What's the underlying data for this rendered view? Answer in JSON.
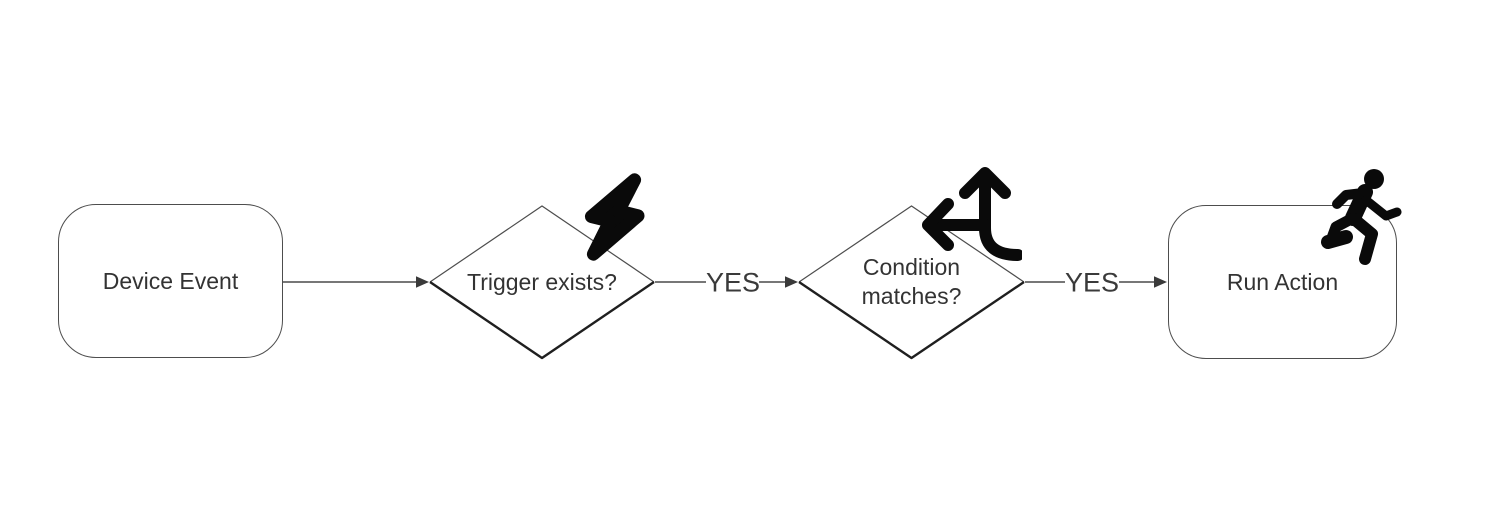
{
  "diagram": {
    "type": "flowchart",
    "direction": "left-to-right",
    "background": "#ffffff",
    "colors": {
      "connector": "#4a4a4a",
      "shape_border": "#4d4d4d",
      "shape_border_heavy": "#1f1f1f",
      "shape_fill": "#ffffff",
      "node_text": "#333333",
      "edge_label_text": "#3a3a3a",
      "icon": "#0a0a0a"
    },
    "nodes": [
      {
        "id": "device-event",
        "shape": "rounded-rectangle",
        "label": "Device Event",
        "icon": null
      },
      {
        "id": "trigger-exists",
        "shape": "diamond",
        "label": "Trigger exists?",
        "icon": "lightning-bolt-icon"
      },
      {
        "id": "condition-matches",
        "shape": "diamond",
        "label": "Condition matches?",
        "icon": "directions-fork-icon"
      },
      {
        "id": "run-action",
        "shape": "rounded-rectangle",
        "label": "Run Action",
        "icon": "running-person-icon"
      }
    ],
    "edges": [
      {
        "from": "device-event",
        "to": "trigger-exists",
        "label": ""
      },
      {
        "from": "trigger-exists",
        "to": "condition-matches",
        "label": "YES"
      },
      {
        "from": "condition-matches",
        "to": "run-action",
        "label": "YES"
      }
    ]
  }
}
